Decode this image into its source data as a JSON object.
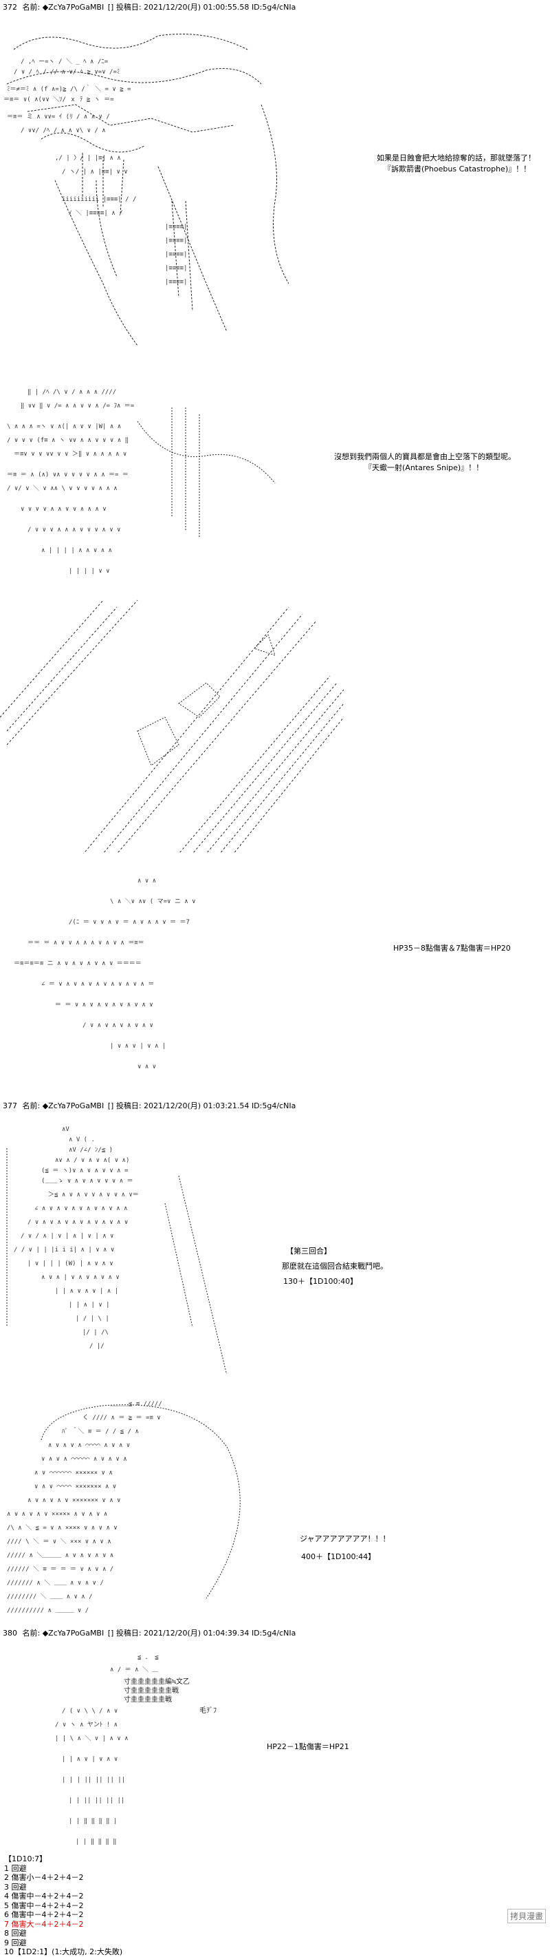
{
  "posts": [
    {
      "number": "372",
      "name_label": "名前:",
      "name": "◆ZcYa7PoGaMBI",
      "trip_box": "[]",
      "date_label": "投稿日:",
      "datetime": "2021/12/20(月) 01:00:55.58",
      "id": "ID:5g4/cNIa"
    },
    {
      "number": "377",
      "name_label": "名前:",
      "name": "◆ZcYa7PoGaMBI",
      "trip_box": "[]",
      "date_label": "投稿日:",
      "datetime": "2021/12/20(月) 01:03:21.54",
      "id": "ID:5g4/cNIa"
    },
    {
      "number": "380",
      "name_label": "名前:",
      "name": "◆ZcYa7PoGaMBI",
      "trip_box": "[]",
      "date_label": "投稿日:",
      "datetime": "2021/12/20(月) 01:04:39.34",
      "id": "ID:5g4/cNIa"
    }
  ],
  "dialogues": {
    "d1_line1": "如果是日蝕會把大地給掠奪的話，那就墜落了！",
    "d1_line2": "『訴欺箭書(Phoebus Catastrophe)』！！",
    "d2_line1": "沒想到我們兩個人的寶具都是會由上空落下的類型呢。",
    "d2_line2": "『天蠍一射(Antares Snipe)』！！",
    "d3_line1": "HP35－8點傷害＆7點傷害＝HP20",
    "d4_line1": "【第三回合】",
    "d4_line2": "那麼就在這個回合結束戰鬥吧。",
    "d4_line3": "130＋【1D100:40】",
    "d5_line1": "ジャアアアアアアア！！！",
    "d5_line2": "400＋【1D100:44】",
    "d6_line1": "HP22－1點傷害＝HP21"
  },
  "art_text": {
    "art5_word_line1": "寸圭圭圭圭圭編≒文乙",
    "art5_word_line2": "寸圭圭圭圭圭圭戦",
    "art5_word_line3": "寸圭圭圭圭圭戦",
    "art5_word_line4": "毛ｦﾞﾌ"
  },
  "roll_list": [
    {
      "text": "【1D10:7】",
      "red": false
    },
    {
      "text": "1 回避",
      "red": false
    },
    {
      "text": "2 傷害小－4＋2＋4－2",
      "red": false
    },
    {
      "text": "3 回避",
      "red": false
    },
    {
      "text": "4 傷害中－4＋2＋4－2",
      "red": false
    },
    {
      "text": "5 傷害中－4＋2＋4－2",
      "red": false
    },
    {
      "text": "6 傷害中－4＋2＋4－2",
      "red": false
    },
    {
      "text": "7 傷害大－4＋2＋4－2",
      "red": true
    },
    {
      "text": "8 回避",
      "red": false
    },
    {
      "text": "9 回避",
      "red": false
    },
    {
      "text": "10【1D2:1】(1:大成功, 2:大失敗)",
      "red": false
    }
  ],
  "watermark": "拷貝漫畫",
  "colors": {
    "highlight_red": "#d40000",
    "ink": "#111111",
    "background": "#ffffff"
  }
}
